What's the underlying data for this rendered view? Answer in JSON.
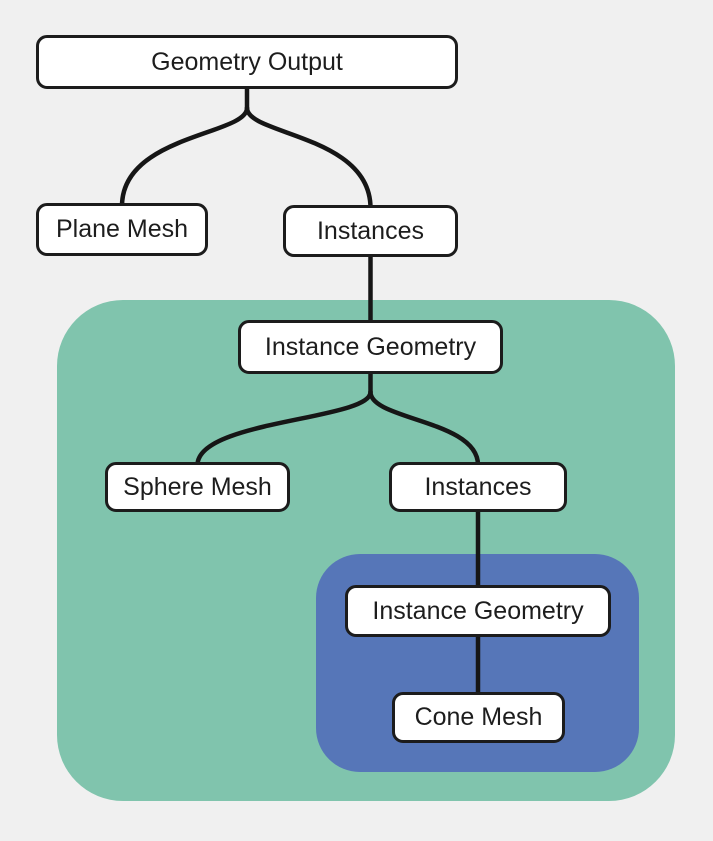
{
  "diagram": {
    "type": "geometry-node-tree",
    "background_color": "#f0f0f0",
    "node_labels": {
      "geometry_output": "Geometry Output",
      "plane_mesh": "Plane Mesh",
      "instances_1": "Instances",
      "instance_geometry_1": "Instance Geometry",
      "sphere_mesh": "Sphere Mesh",
      "instances_2": "Instances",
      "instance_geometry_2": "Instance Geometry",
      "cone_mesh": "Cone Mesh"
    },
    "groups": {
      "outer_instance_group": {
        "color": "#80c4ad",
        "members": [
          "instance_geometry_1",
          "sphere_mesh",
          "instances_2",
          "inner_instance_group"
        ]
      },
      "inner_instance_group": {
        "color": "#5676b8",
        "members": [
          "instance_geometry_2",
          "cone_mesh"
        ]
      }
    },
    "edges": [
      {
        "from": "geometry_output",
        "to": "plane_mesh"
      },
      {
        "from": "geometry_output",
        "to": "instances_1"
      },
      {
        "from": "instances_1",
        "to": "instance_geometry_1"
      },
      {
        "from": "instance_geometry_1",
        "to": "sphere_mesh"
      },
      {
        "from": "instance_geometry_1",
        "to": "instances_2"
      },
      {
        "from": "instances_2",
        "to": "instance_geometry_2"
      },
      {
        "from": "instance_geometry_2",
        "to": "cone_mesh"
      }
    ],
    "colors": {
      "connector": "#161616",
      "node_border": "#1c1c1c",
      "node_fill": "#ffffff"
    }
  }
}
